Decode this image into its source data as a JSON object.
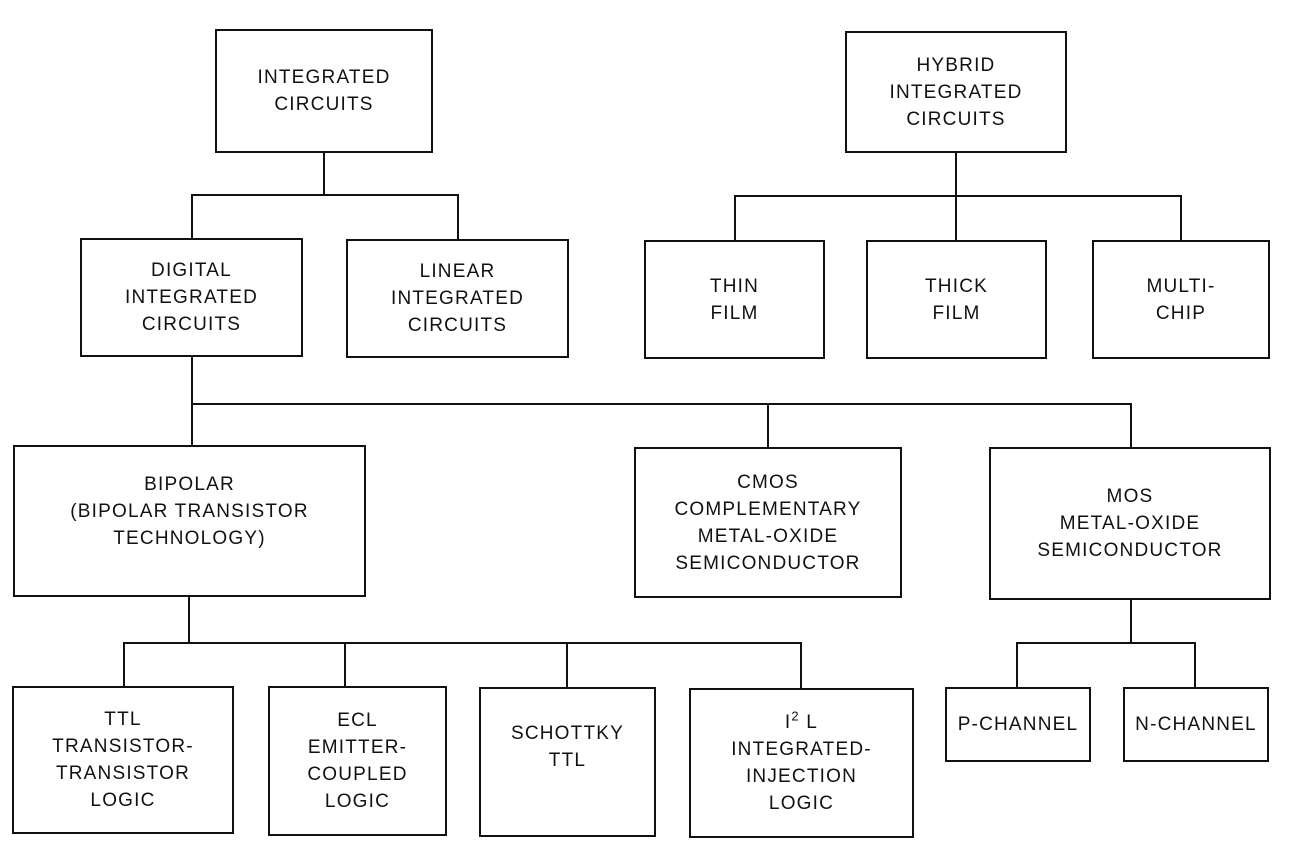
{
  "nodes": {
    "integrated_circuits": {
      "lines": [
        "INTEGRATED",
        "CIRCUITS"
      ]
    },
    "hybrid_integrated_circuits": {
      "lines": [
        "HYBRID",
        "INTEGRATED",
        "CIRCUITS"
      ]
    },
    "digital_integrated_circuits": {
      "lines": [
        "DIGITAL",
        "INTEGRATED",
        "CIRCUITS"
      ]
    },
    "linear_integrated_circuits": {
      "lines": [
        "LINEAR",
        "INTEGRATED",
        "CIRCUITS"
      ]
    },
    "thin_film": {
      "lines": [
        "THIN",
        "FILM"
      ]
    },
    "thick_film": {
      "lines": [
        "THICK",
        "FILM"
      ]
    },
    "multi_chip": {
      "lines": [
        "MULTI-",
        "CHIP"
      ]
    },
    "bipolar": {
      "lines": [
        "BIPOLAR",
        "(BIPOLAR TRANSISTOR",
        "TECHNOLOGY)"
      ]
    },
    "cmos": {
      "lines": [
        "CMOS",
        "COMPLEMENTARY",
        "METAL-OXIDE",
        "SEMICONDUCTOR"
      ]
    },
    "mos": {
      "lines": [
        "MOS",
        "METAL-OXIDE",
        "SEMICONDUCTOR"
      ]
    },
    "ttl": {
      "lines": [
        "TTL",
        "TRANSISTOR-",
        "TRANSISTOR",
        "LOGIC"
      ]
    },
    "ecl": {
      "lines": [
        "ECL",
        "EMITTER-",
        "COUPLED",
        "LOGIC"
      ]
    },
    "schottky_ttl": {
      "lines": [
        "SCHOTTKY",
        "TTL"
      ]
    },
    "i2l": {
      "symbol_base": "I",
      "symbol_sup": "2",
      "symbol_tail": " L",
      "lines": [
        "INTEGRATED-",
        "INJECTION",
        "LOGIC"
      ]
    },
    "p_channel": {
      "lines": [
        "P-CHANNEL"
      ]
    },
    "n_channel": {
      "lines": [
        "N-CHANNEL"
      ]
    }
  }
}
